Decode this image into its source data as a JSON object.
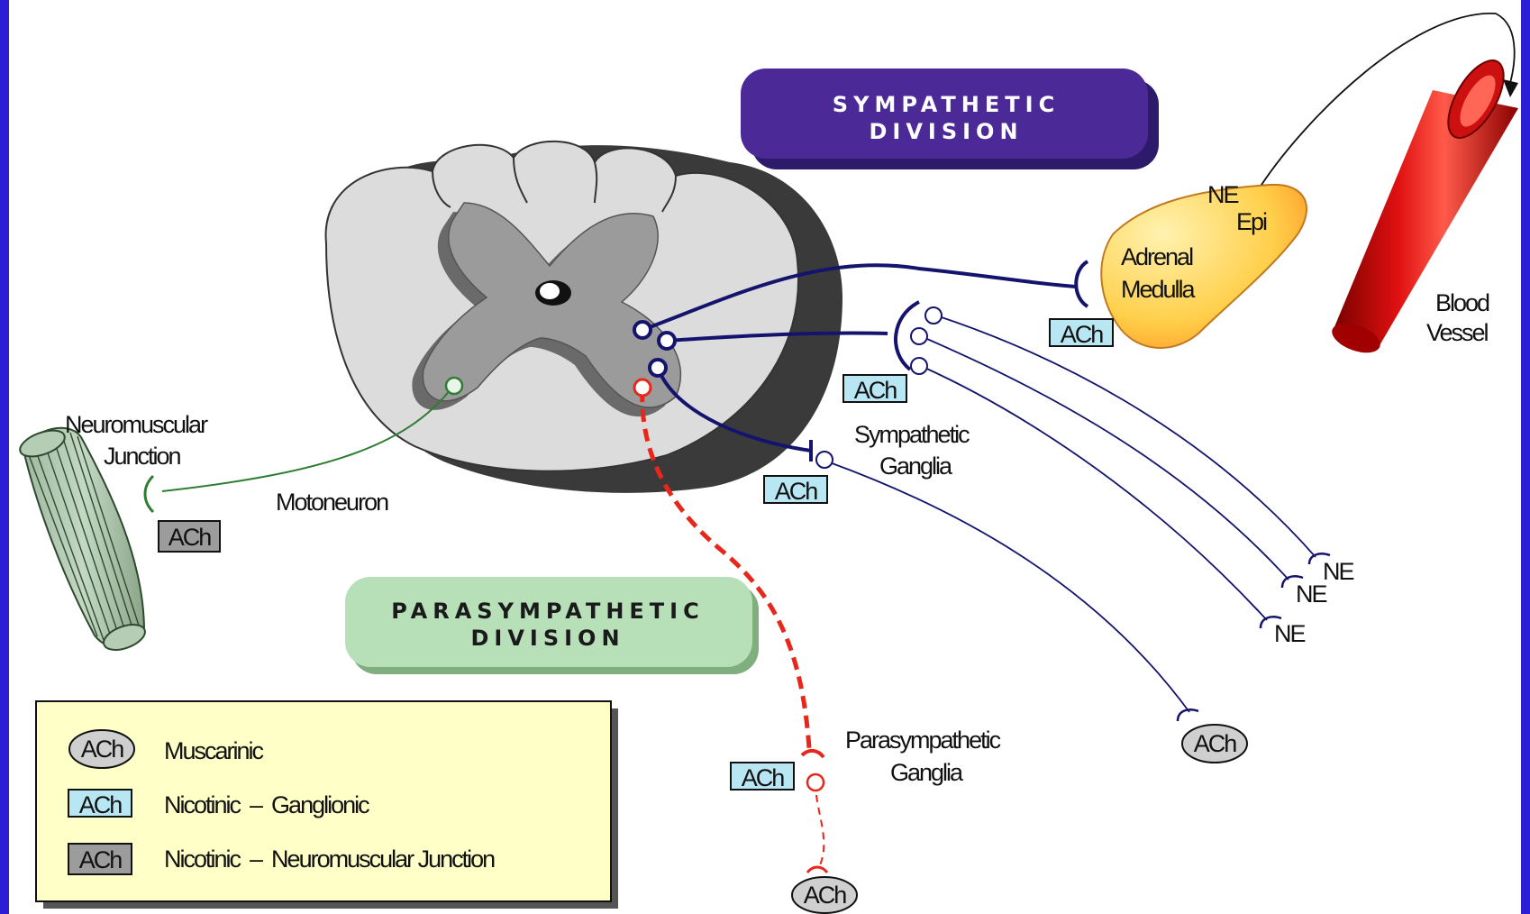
{
  "divisions": {
    "sympathetic_line1": "SYMPATHETIC",
    "sympathetic_line2": "DIVISION",
    "parasympathetic_line1": "PARASYMPATHETIC",
    "parasympathetic_line2": "DIVISION"
  },
  "labels": {
    "nmj_line1": "Neuromuscular",
    "nmj_line2": "Junction",
    "motoneuron": "Motoneuron",
    "symp_ganglia_line1": "Sympathetic",
    "symp_ganglia_line2": "Ganglia",
    "para_ganglia_line1": "Parasympathetic",
    "para_ganglia_line2": "Ganglia",
    "adrenal_line1": "Adrenal",
    "adrenal_line2": "Medulla",
    "blood_line1": "Blood",
    "blood_line2": "Vessel",
    "ne": "NE",
    "epi": "Epi"
  },
  "transmitter": "ACh",
  "legend": {
    "items": [
      {
        "label": "Muscarinic",
        "style": "muscarinic"
      },
      {
        "label": "Nicotinic  –  Ganglionic",
        "style": "ganglionic"
      },
      {
        "label": "Nicotinic  –  Neuromuscular Junction",
        "style": "nmj"
      }
    ]
  },
  "colors": {
    "frame": "#2b1fd6",
    "sympathetic": "#14146e",
    "parasympathetic": "#e8261a",
    "somatic": "#2e7d32",
    "sympathetic_box": "#4b2a97",
    "parasympathetic_box": "#b8e0b8",
    "legend_bg": "#ffffc8",
    "ganglionic_box": "#b9e6f3",
    "nmj_box": "#9c9c9c",
    "muscarinic_fill": "#cfcfcf"
  }
}
